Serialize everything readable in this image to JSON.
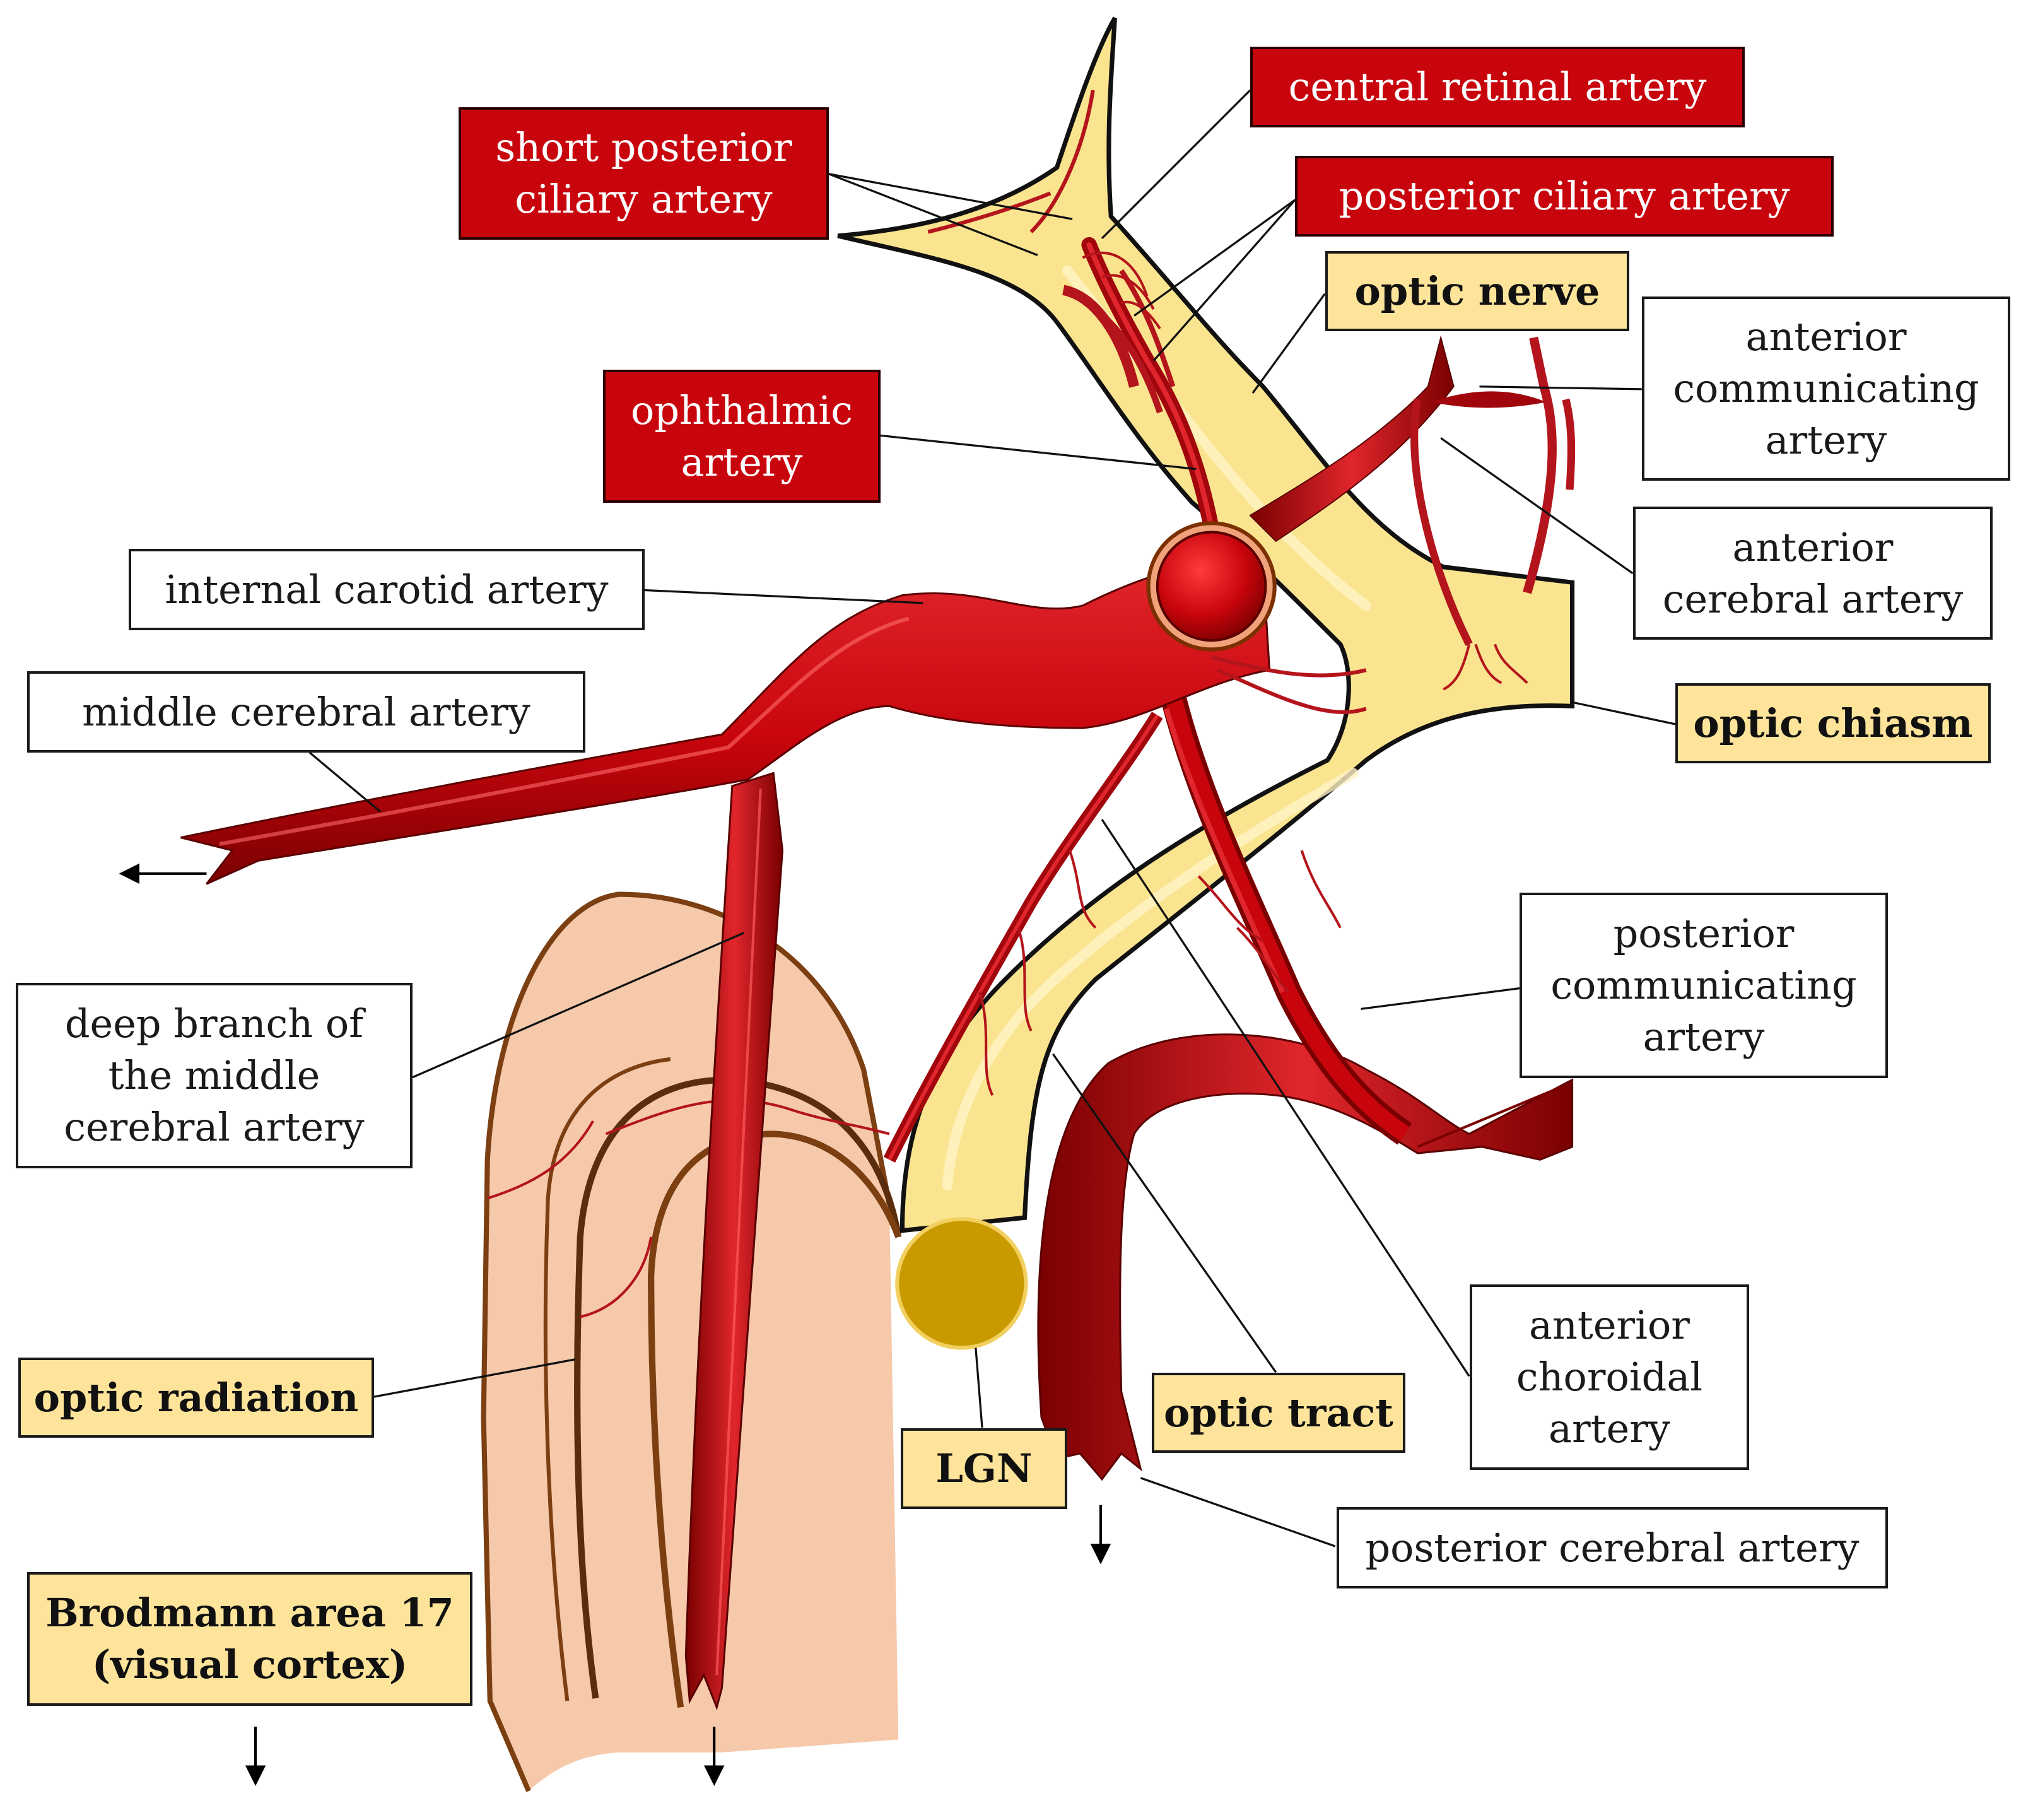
{
  "colors": {
    "artery": "#c8050d",
    "artery_dark": "#7a0000",
    "artery_light": "#e0262c",
    "nerve": "#fbe48f",
    "nerve_light": "#fff4c6",
    "lgn": "#c99a00",
    "radiation": "#f6c9ab",
    "radiation_outline": "#7b3f12",
    "label_visual_bg": "#fde49a",
    "label_plain_bg": "#ffffff"
  },
  "labels": {
    "central_retinal_artery": "central retinal artery",
    "short_posterior_ciliary_artery": "short posterior\nciliary artery",
    "posterior_ciliary_artery": "posterior ciliary artery",
    "optic_nerve": "optic nerve",
    "anterior_communicating_artery": "anterior\ncommunicating\nartery",
    "ophthalmic_artery": "ophthalmic\nartery",
    "anterior_cerebral_artery": "anterior\ncerebral artery",
    "internal_carotid_artery": "internal carotid artery",
    "optic_chiasm": "optic chiasm",
    "middle_cerebral_artery": "middle cerebral artery",
    "posterior_communicating_artery": "posterior\ncommunicating\nartery",
    "deep_branch_mca": "deep branch of\nthe middle\ncerebral artery",
    "anterior_choroidal_artery": "anterior\nchoroidal\nartery",
    "optic_radiation": "optic radiation",
    "optic_tract": "optic tract",
    "lgn": "LGN",
    "posterior_cerebral_artery": "posterior cerebral artery",
    "brodmann_area_17": "Brodmann area 17\n(visual cortex)"
  },
  "icons": {
    "direction_arrow": "arrow-icon"
  }
}
